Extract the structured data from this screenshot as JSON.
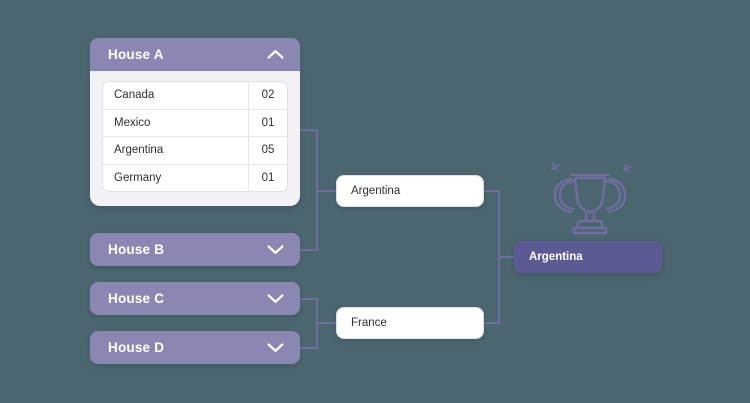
{
  "theme": {
    "canvas_bg": "#4c6670",
    "house_header_bg": "#8a88b2",
    "panel_body_bg": "#f2f2f6",
    "connector_color": "#6f6da0",
    "winner_bg": "#5c5a93",
    "card_text": "#2f3034"
  },
  "rounds": {
    "houses": [
      {
        "name": "House A",
        "expanded": true,
        "chevron": "chevron-up-icon",
        "teams": [
          {
            "country": "Canada",
            "score": "02"
          },
          {
            "country": "Mexico",
            "score": "01"
          },
          {
            "country": "Argentina",
            "score": "05"
          },
          {
            "country": "Germany",
            "score": "01"
          }
        ]
      },
      {
        "name": "House B",
        "expanded": false,
        "chevron": "chevron-down-icon",
        "teams": []
      },
      {
        "name": "House C",
        "expanded": false,
        "chevron": "chevron-down-icon",
        "teams": []
      },
      {
        "name": "House D",
        "expanded": false,
        "chevron": "chevron-down-icon",
        "teams": []
      }
    ],
    "semifinals": [
      {
        "team": "Argentina"
      },
      {
        "team": "France"
      }
    ],
    "final": {
      "team": "Argentina",
      "trophy_icon": "trophy-icon"
    }
  }
}
